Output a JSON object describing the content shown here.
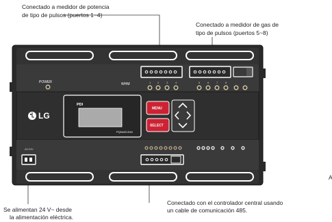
{
  "callouts": {
    "power_meter": [
      "Conectado a medidor de potencia",
      "de tipo de pulsos (puertos 1~4)"
    ],
    "gas_meter": [
      "Conectado a medidor de gas de",
      "tipo de pulsos (puertos 5~8)"
    ],
    "power_supply": [
      "Se alimentan 24 V~ desde",
      "la alimentación eléctrica."
    ],
    "rs485": [
      "Conectado con el controlador central usando",
      "un cable de comunicación 485."
    ]
  },
  "device": {
    "brand": "LG",
    "lcd_label": "PDI",
    "model": "PQNUD1S40",
    "power_label": "POWER",
    "whm_label": "WHM",
    "menu_button": "MENU",
    "select_button": "SELECT",
    "ac_label": "AC24V",
    "port_numbers": [
      "1",
      "2",
      "3",
      "4",
      "5",
      "6",
      "7",
      "8"
    ]
  },
  "page_marker": "A",
  "colors": {
    "body": "#2b2b2b",
    "panel": "#383838",
    "slot": "#ffffff",
    "indicator": "#d8c8a0"
  }
}
